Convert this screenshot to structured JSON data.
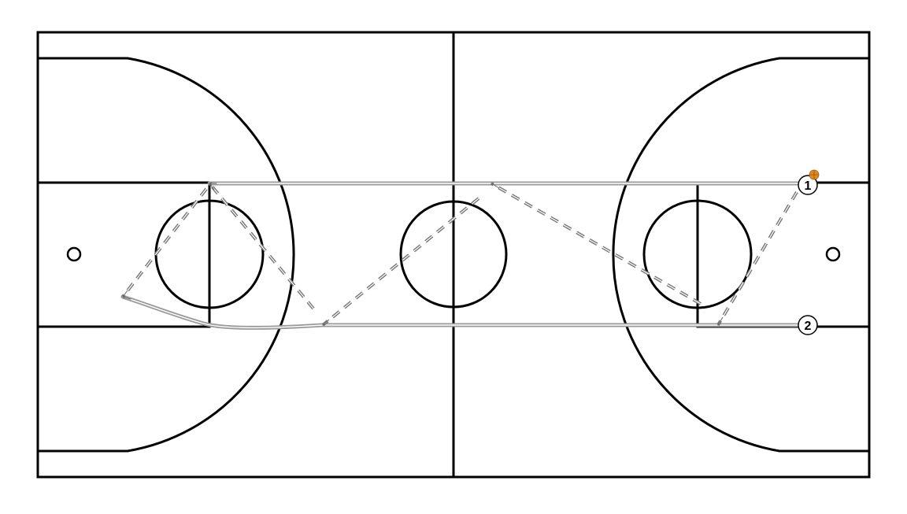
{
  "diagram": {
    "colors": {
      "background": "#ffffff",
      "court_lines": "#000000",
      "movement_lines": "#8a8a8a",
      "pass_lines": "#6e6e6e",
      "arrow_heads": "#666666",
      "ball": "#e08a1e"
    },
    "players": [
      {
        "id": "player-1",
        "label": "1",
        "has_ball": true
      },
      {
        "id": "player-2",
        "label": "2",
        "has_ball": false
      }
    ],
    "ball_icon": "basketball-icon"
  }
}
